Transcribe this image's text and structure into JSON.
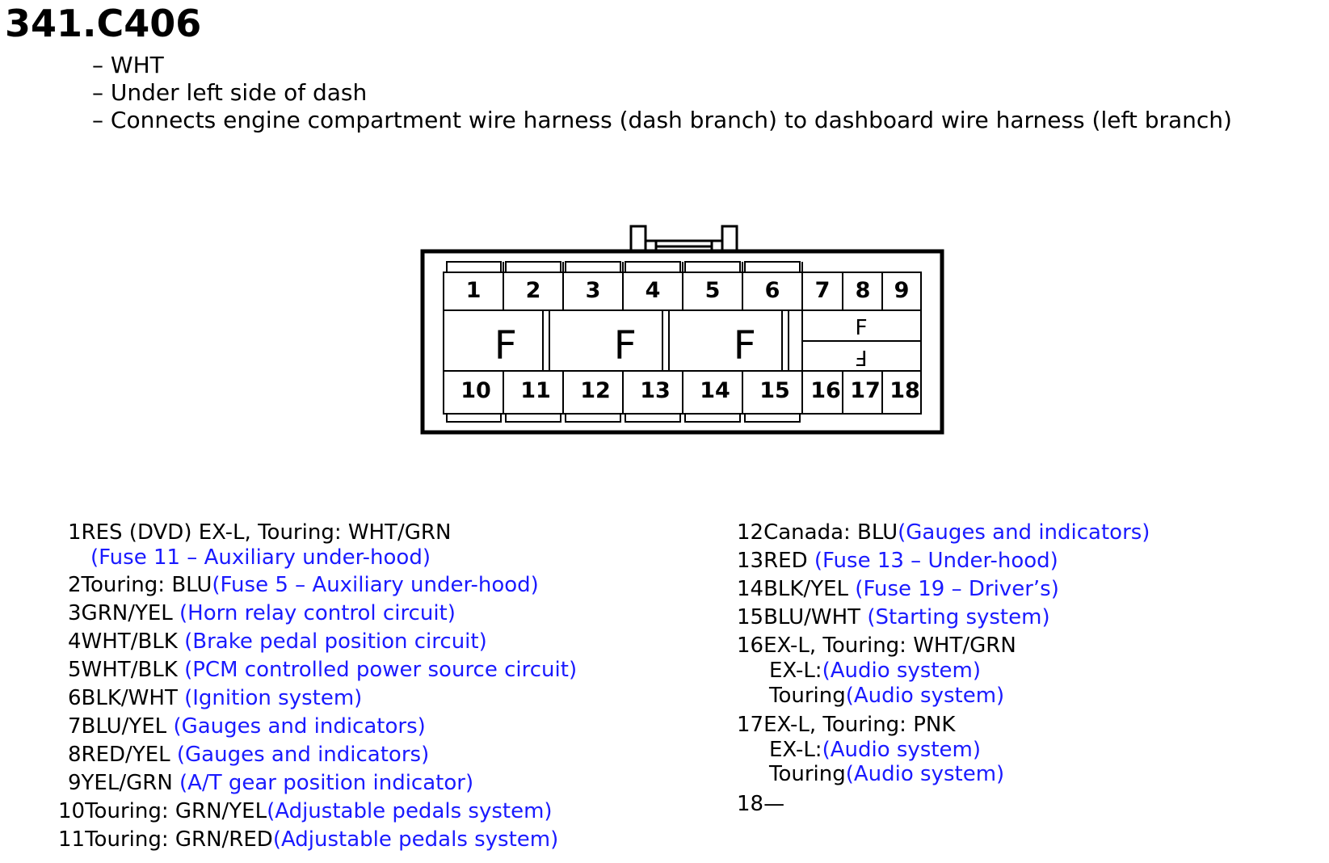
{
  "title": "341.C406",
  "description": [
    "WHT",
    "Under left side of dash",
    "Connects engine compartment wire harness (dash branch) to dashboard wire harness (left branch)"
  ],
  "connector": {
    "pin_numbers_top": [
      "1",
      "2",
      "3",
      "4",
      "5",
      "6",
      "7",
      "8",
      "9"
    ],
    "pin_numbers_bottom": [
      "10",
      "11",
      "12",
      "13",
      "14",
      "15",
      "16",
      "17",
      "18"
    ]
  },
  "colors": {
    "text": "#000000",
    "circuit": "#1a1aff",
    "outline": "#000000"
  },
  "pins_left": [
    {
      "num": "1",
      "wire": "RES (DVD) EX-L, Touring: WHT/GRN",
      "circuit": ""
    },
    {
      "num": "",
      "wire": "",
      "circuit": "(Fuse 11 – Auxiliary under-hood)"
    },
    {
      "num": "2",
      "wire": "Touring: BLU",
      "circuit": "(Fuse 5 – Auxiliary under-hood)"
    },
    {
      "num": "3",
      "wire": "GRN/YEL ",
      "circuit": "(Horn relay control circuit)"
    },
    {
      "num": "4",
      "wire": "WHT/BLK ",
      "circuit": "(Brake pedal position circuit)"
    },
    {
      "num": "5",
      "wire": "WHT/BLK ",
      "circuit": "(PCM controlled power source circuit)"
    },
    {
      "num": "6",
      "wire": "BLK/WHT ",
      "circuit": "(Ignition system)"
    },
    {
      "num": "7",
      "wire": "BLU/YEL ",
      "circuit": "(Gauges and indicators)"
    },
    {
      "num": "8",
      "wire": "RED/YEL ",
      "circuit": "(Gauges and indicators)"
    },
    {
      "num": "9",
      "wire": "YEL/GRN ",
      "circuit": "(A/T gear position indicator)"
    },
    {
      "num": "10",
      "wire": "Touring: GRN/YEL",
      "circuit": "(Adjustable pedals system)"
    },
    {
      "num": "11",
      "wire": "Touring: GRN/RED",
      "circuit": "(Adjustable pedals system)"
    }
  ],
  "pins_right": [
    {
      "num": "12",
      "wire": "Canada: BLU",
      "circuit": "(Gauges and indicators)"
    },
    {
      "num": "13",
      "wire": "RED ",
      "circuit": "(Fuse 13 – Under-hood)"
    },
    {
      "num": "14",
      "wire": "BLK/YEL ",
      "circuit": "(Fuse 19 – Driver’s)"
    },
    {
      "num": "15",
      "wire": "BLU/WHT ",
      "circuit": "(Starting system)"
    },
    {
      "num": "16",
      "wire": "EX-L, Touring: WHT/GRN",
      "circuit": ""
    },
    {
      "num": "",
      "wire": "EX-L:",
      "circuit": "(Audio system)"
    },
    {
      "num": "",
      "wire": "Touring",
      "circuit": "(Audio system)"
    },
    {
      "num": "17",
      "wire": "EX-L, Touring: PNK",
      "circuit": ""
    },
    {
      "num": "",
      "wire": "EX-L:",
      "circuit": "(Audio system)"
    },
    {
      "num": "",
      "wire": "Touring",
      "circuit": "(Audio system)"
    },
    {
      "num": "18",
      "wire": "—",
      "circuit": ""
    }
  ]
}
